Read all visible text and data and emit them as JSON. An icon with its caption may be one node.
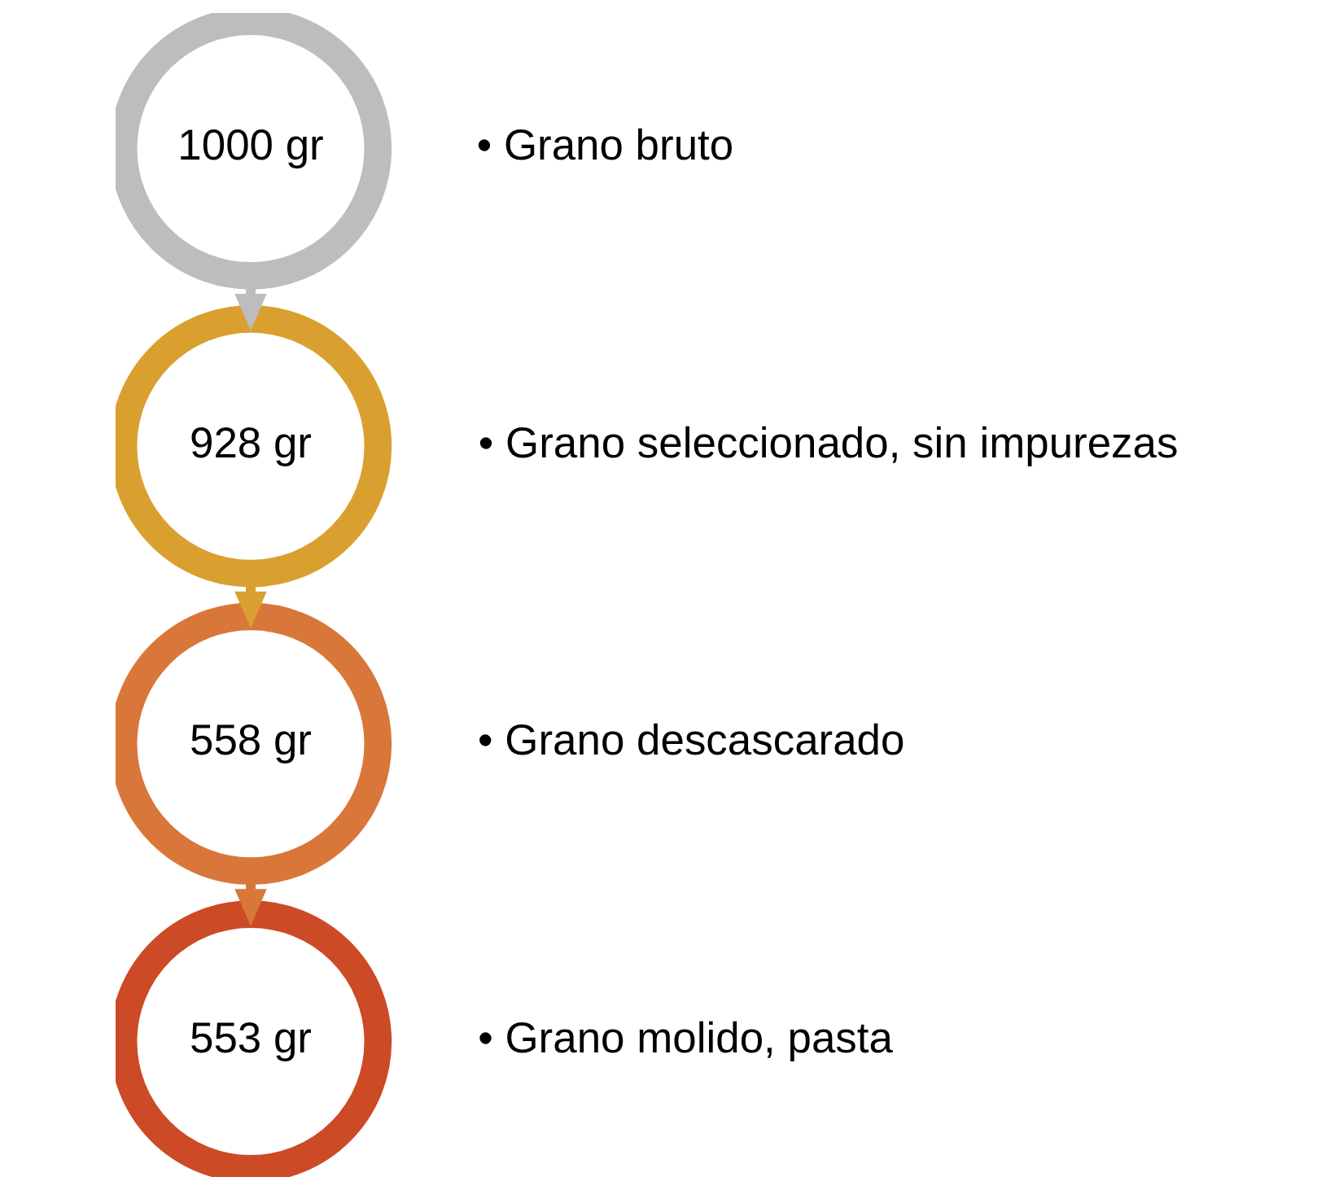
{
  "diagram": {
    "nodes": [
      {
        "text": [
          "1000 gr"
        ],
        "beside": [
          "• Grano bruto"
        ]
      },
      {
        "text": [
          "928 gr"
        ],
        "beside": [
          "• Grano seleccionado, sin impurezas"
        ]
      },
      {
        "text": [
          "558 gr"
        ],
        "beside": [
          "• Grano descascarado"
        ]
      },
      {
        "text": [
          "553 gr"
        ],
        "beside": [
          "• Grano molido, pasta"
        ]
      }
    ],
    "edges": [
      {
        "from": 0,
        "to": 1,
        "arrow": "to",
        "color": "#bdbdbd"
      },
      {
        "from": 1,
        "to": 2,
        "arrow": "to",
        "color": "#d9a030"
      },
      {
        "from": 2,
        "to": 3,
        "arrow": "to",
        "color": "#d9773a"
      }
    ]
  }
}
